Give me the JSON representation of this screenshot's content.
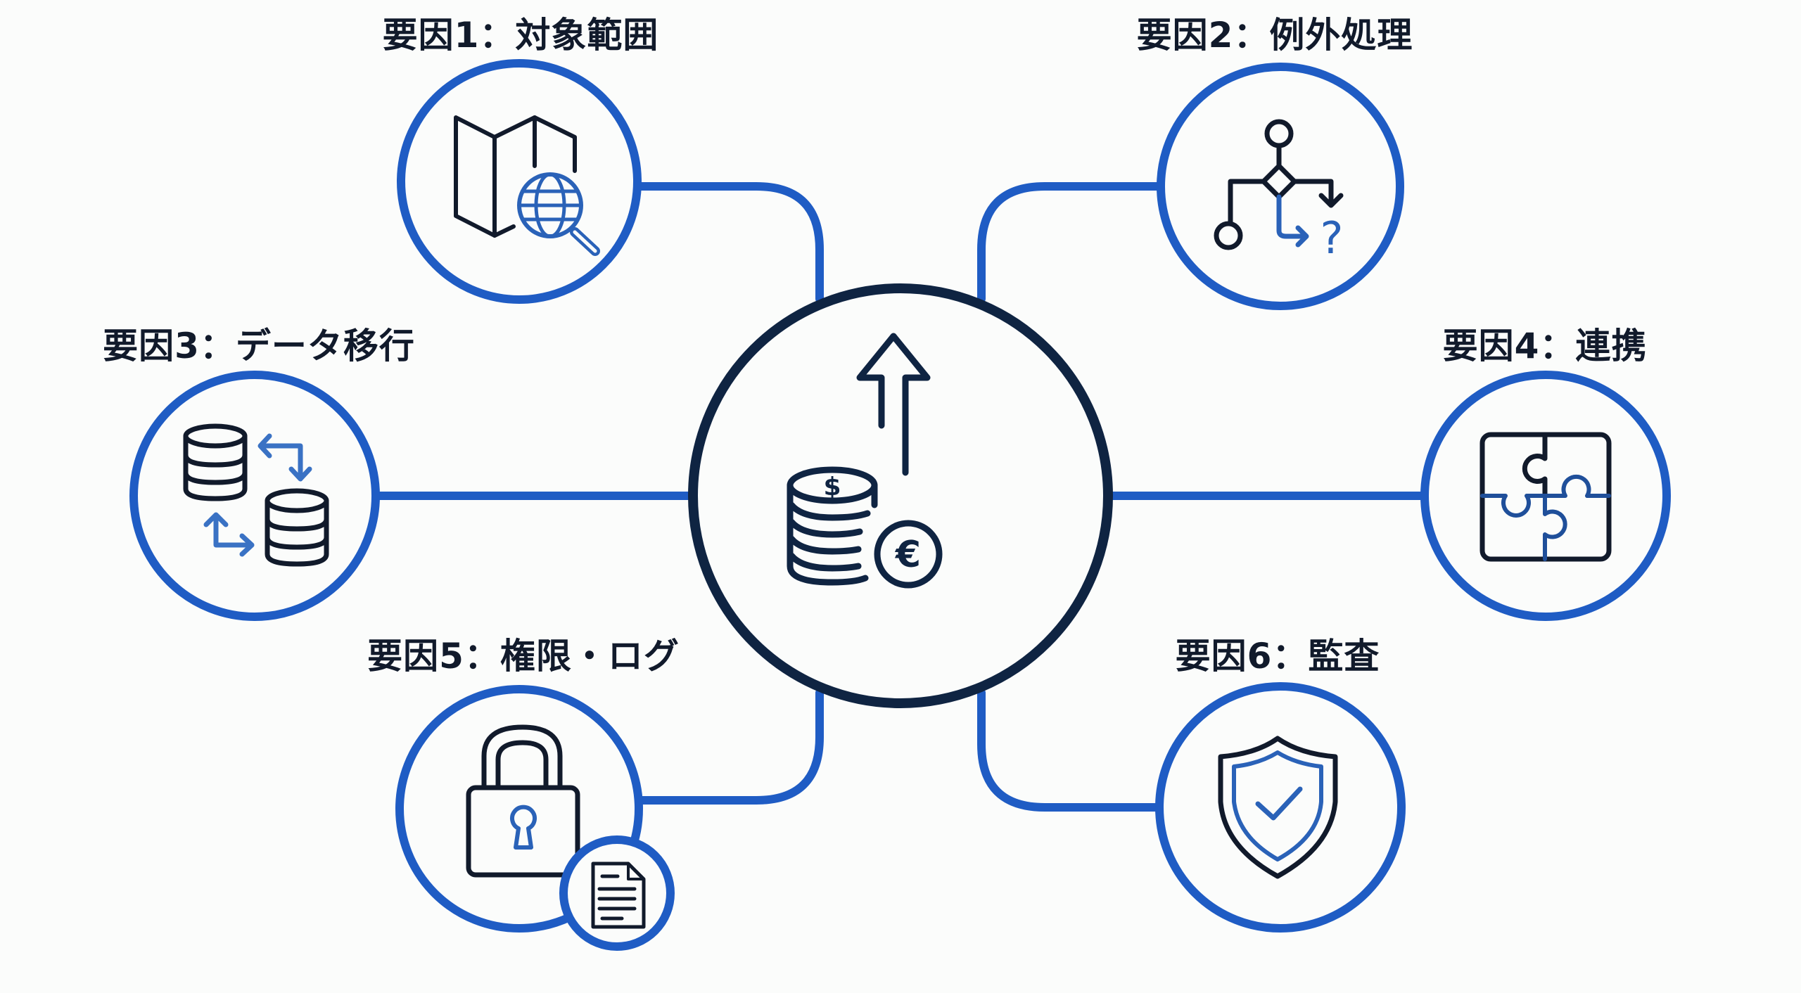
{
  "diagram": {
    "type": "hub-and-spoke",
    "center": {
      "icon": "coins-cost-increase-icon",
      "icon_parts": [
        "stacked-coins-dollar",
        "euro-coin",
        "up-arrow"
      ],
      "stroke_color": "#0f2442"
    },
    "factors": [
      {
        "id": 1,
        "label": "要因1：対象範囲",
        "icon": "map-globe-search-icon",
        "position": "top-left"
      },
      {
        "id": 2,
        "label": "要因2：例外処理",
        "icon": "flowchart-branch-question-icon",
        "position": "top-right"
      },
      {
        "id": 3,
        "label": "要因3：データ移行",
        "icon": "database-transfer-icon",
        "position": "middle-left"
      },
      {
        "id": 4,
        "label": "要因4：連携",
        "icon": "puzzle-pieces-icon",
        "position": "middle-right"
      },
      {
        "id": 5,
        "label": "要因5：権限・ログ",
        "icon": "padlock-document-icon",
        "position": "bottom-left"
      },
      {
        "id": 6,
        "label": "要因6：監査",
        "icon": "shield-check-icon",
        "position": "bottom-right"
      }
    ],
    "colors": {
      "background": "#fbfcfb",
      "accent_blue": "#1f5cc4",
      "icon_blue": "#2a62b8",
      "navy": "#0f2442",
      "label_text": "#111a2b"
    }
  }
}
